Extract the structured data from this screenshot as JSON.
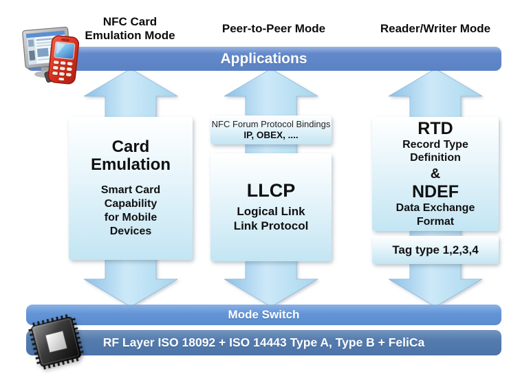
{
  "headers": {
    "left": "NFC Card Emulation Mode",
    "middle": "Peer-to-Peer Mode",
    "right": "Reader/Writer Mode"
  },
  "bars": {
    "applications": "Applications",
    "mode_switch": "Mode Switch",
    "rf_layer": "RF Layer ISO 18092 + ISO 14443 Type A, Type B + FeliCa"
  },
  "boxes": {
    "card_emulation": {
      "title": "Card Emulation",
      "subtitle": "Smart Card Capability for Mobile Devices"
    },
    "protocol_bindings": {
      "line1": "NFC Forum Protocol Bindings",
      "line2": "IP, OBEX, ...."
    },
    "llcp": {
      "title": "LLCP",
      "subtitle": "Logical Link Link Protocol"
    },
    "rtd_ndef": {
      "acronym1": "RTD",
      "name1": "Record Type Definition",
      "ampersand": "&",
      "acronym2": "NDEF",
      "name2": "Data Exchange Format"
    },
    "tag_types": {
      "label": "Tag type 1,2,3,4"
    }
  },
  "icons": {
    "top_left": "computer-and-phone-icon",
    "bottom_left": "nfc-chip-icon",
    "arrows": "bidirectional-vertical-arrow"
  },
  "colors": {
    "applications_bar": "#5b82c4",
    "mode_switch_bar": "#5f91d3",
    "rf_layer_bar": "#4d74a8",
    "arrow_fill_light": "#cde9f8",
    "arrow_fill_dark": "#8cc0e6",
    "box_gradient_top": "#ffffff",
    "box_gradient_bottom": "#c3e5f3",
    "bar_text": "#ffffff",
    "text": "#101010"
  }
}
